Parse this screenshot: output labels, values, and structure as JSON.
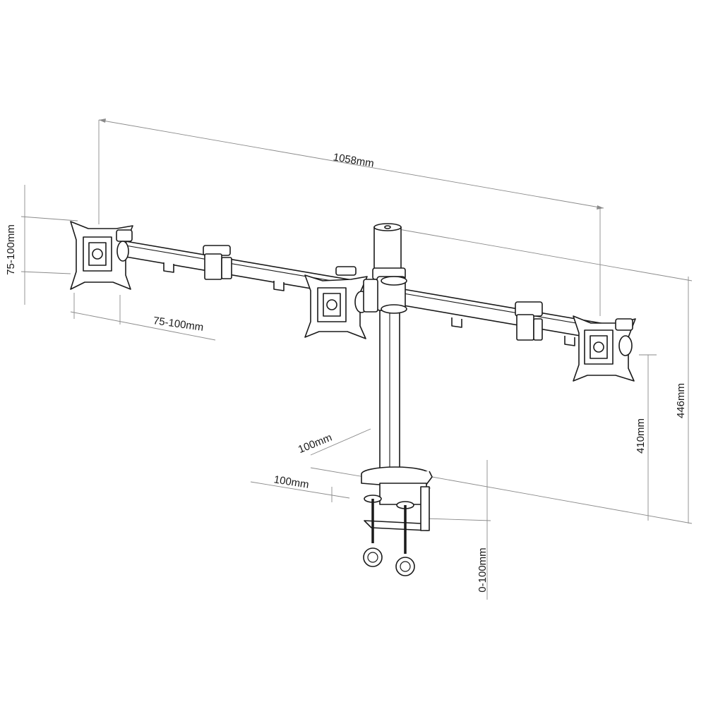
{
  "diagram": {
    "labels": {
      "total_width": "1058mm",
      "vesa_vertical": "75-100mm",
      "vesa_horizontal": "75-100mm",
      "base_depth": "100mm",
      "base_width": "100mm",
      "clamp_range": "0-100mm",
      "height_to_arm": "410mm",
      "total_height": "446mm"
    },
    "colors": {
      "line": "#1a1a1a",
      "dimension_line": "#8a8a8a",
      "background": "#ffffff"
    }
  }
}
